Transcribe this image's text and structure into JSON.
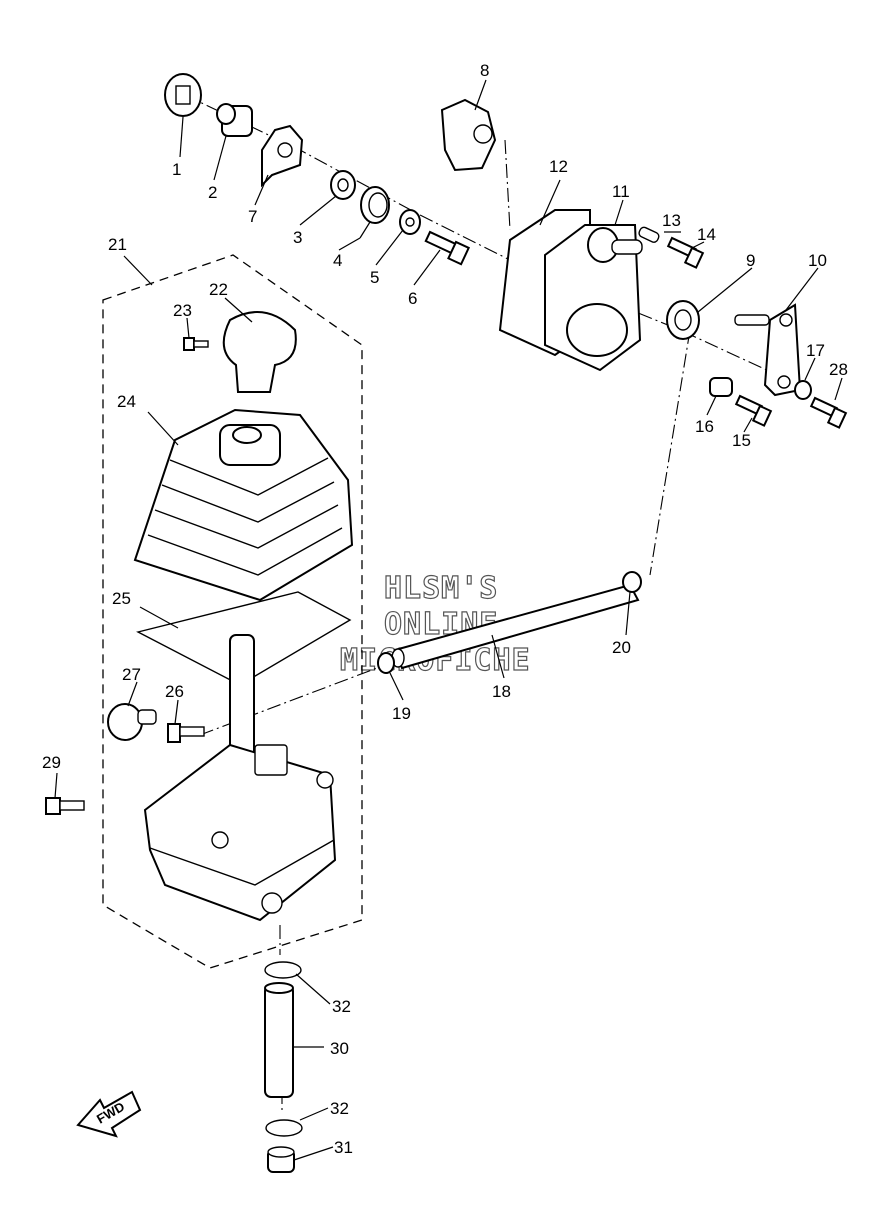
{
  "callouts": {
    "c1": "1",
    "c2": "2",
    "c3": "3",
    "c4": "4",
    "c5": "5",
    "c6": "6",
    "c7": "7",
    "c8": "8",
    "c9": "9",
    "c10": "10",
    "c11": "11",
    "c12": "12",
    "c13": "13",
    "c14": "14",
    "c15": "15",
    "c16": "16",
    "c17": "17",
    "c18": "18",
    "c19": "19",
    "c20": "20",
    "c21": "21",
    "c22": "22",
    "c23": "23",
    "c24": "24",
    "c25": "25",
    "c26": "26",
    "c27": "27",
    "c28": "28",
    "c29": "29",
    "c30": "30",
    "c31": "31",
    "c32a": "32",
    "c32b": "32"
  },
  "watermark": {
    "line1": "HLSM'S",
    "line2": "ONLINE",
    "line3": "MICROFICHE"
  },
  "fwd_label": "FWD",
  "icons": [
    "fwd-arrow-icon"
  ]
}
